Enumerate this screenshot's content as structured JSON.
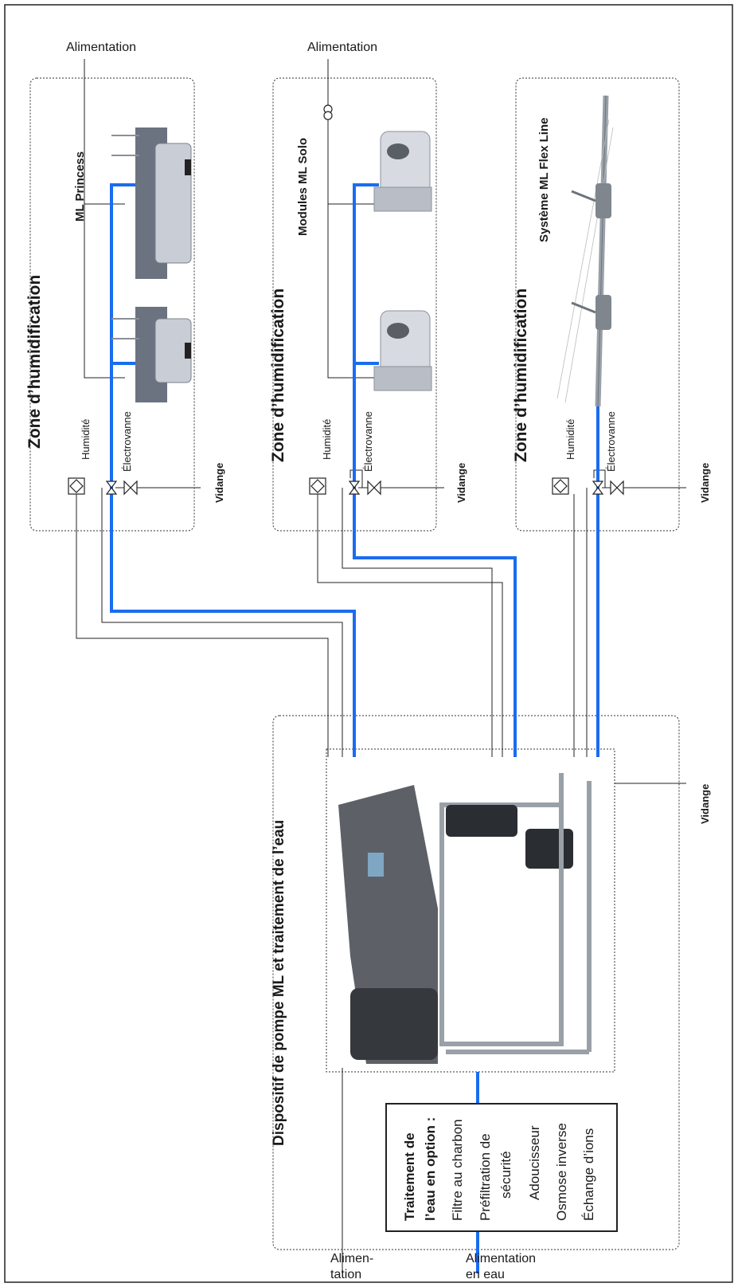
{
  "colors": {
    "water_line": "#1a6cf0",
    "frame": "#222222",
    "control_line": "#222222"
  },
  "labels": {
    "alimentation_1": "Alimentation",
    "alimentation_2": "Alimentation",
    "alim_bottom_1": "Alimen-",
    "alim_bottom_2": "tation",
    "alim_eau_1": "Alimentation",
    "alim_eau_2": "en eau"
  },
  "zones": [
    {
      "title": "Zone d’humidification",
      "product": "ML Princess",
      "humidite": "Humidité",
      "electrovanne": "Électrovanne",
      "vidange": "Vidange"
    },
    {
      "title": "Zone d’humidification",
      "product": "Modules ML Solo",
      "humidite": "Humidité",
      "electrovanne": "Électrovanne",
      "vidange": "Vidange"
    },
    {
      "title": "Zone d’humidification",
      "product": "Système ML Flex Line",
      "humidite": "Humidité",
      "electrovanne": "Électrovanne",
      "vidange": "Vidange"
    }
  ],
  "pump": {
    "title": "Dispositif de pompe ML et traitement de l’eau",
    "vidange": "Vidange"
  },
  "treatment": {
    "title_1": "Traitement de",
    "title_2": "l’eau en option :",
    "items": [
      "Filtre au charbon",
      "Préfiltration de",
      "sécurité",
      "Adoucisseur",
      "Osmose inverse",
      "Échange d’ions"
    ]
  },
  "icons": [
    "humidity-sensor-icon",
    "solenoid-valve-icon",
    "drain-valve-icon",
    "pressure-switch-icon"
  ]
}
